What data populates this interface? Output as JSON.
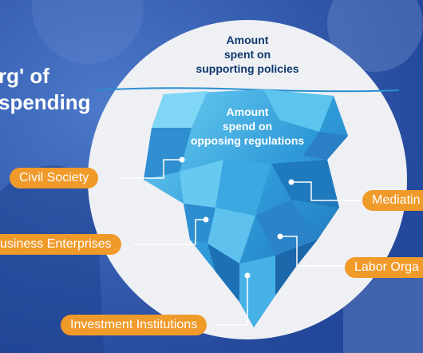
{
  "title": {
    "line1": "rg' of",
    "line2": "spending"
  },
  "iceberg": {
    "above_label": [
      "Amount",
      "spent on",
      "supporting policies"
    ],
    "below_label": [
      "Amount",
      "spend on",
      "opposing regulations"
    ]
  },
  "stakeholders": {
    "left": [
      "Civil Society",
      "usiness Enterprises",
      "Investment Institutions"
    ],
    "right": [
      "Mediatin",
      "Labor Orga"
    ]
  },
  "colors": {
    "background": "#2d56a8",
    "circle": "#eef0f4",
    "pill": "#f09a2a",
    "iceberg_light": "#56c3ee",
    "iceberg_dark": "#1c74b8",
    "waterline": "#2a8fd0"
  }
}
